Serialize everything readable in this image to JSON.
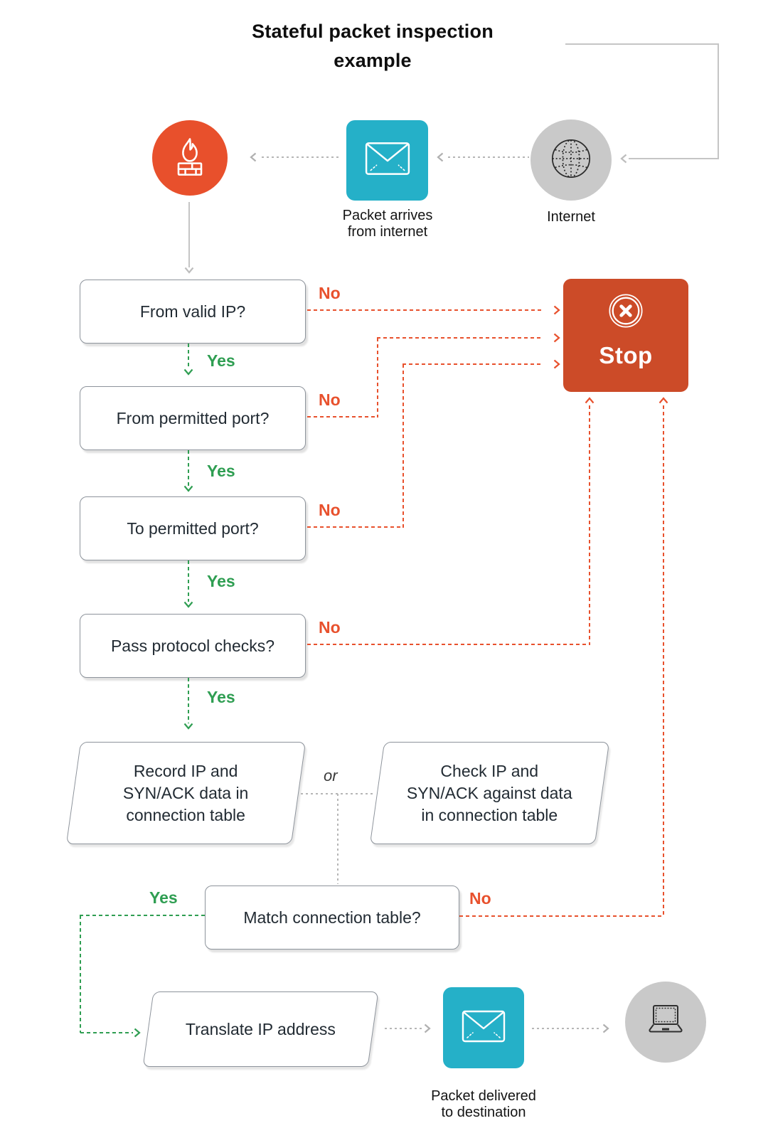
{
  "title": {
    "lines": [
      "Stateful packet inspection",
      "example"
    ]
  },
  "colors": {
    "brand_orange": "#e8502c",
    "stop_red": "#cc4b28",
    "teal": "#25b0c8",
    "green": "#2f9e52",
    "no_red": "#e8512d",
    "node_gray": "#c9c9c9"
  },
  "edge_labels": {
    "yes": "Yes",
    "no": "No",
    "or": "or"
  },
  "nodes": {
    "firewall": {
      "icon": "firewall-icon"
    },
    "packet_arrives": {
      "icon": "envelope-icon",
      "caption_lines": [
        "Packet arrives",
        "from internet"
      ]
    },
    "internet": {
      "icon": "globe-icon",
      "caption": "Internet"
    },
    "stop": {
      "icon": "circle-x-icon",
      "label": "Stop"
    },
    "packet_delivered": {
      "icon": "envelope-icon",
      "caption_lines": [
        "Packet delivered",
        "to destination"
      ]
    },
    "destination": {
      "icon": "laptop-icon"
    }
  },
  "decisions": [
    {
      "label": "From valid IP?"
    },
    {
      "label": "From permitted port?"
    },
    {
      "label": "To permitted port?"
    },
    {
      "label": "Pass protocol checks?"
    },
    {
      "label": "Match connection table?"
    }
  ],
  "processes": {
    "record": {
      "lines": [
        "Record IP and",
        "SYN/ACK data in",
        "connection table"
      ]
    },
    "check": {
      "lines": [
        "Check IP and",
        "SYN/ACK against data",
        "in connection table"
      ]
    },
    "translate": {
      "label": "Translate IP address"
    }
  }
}
